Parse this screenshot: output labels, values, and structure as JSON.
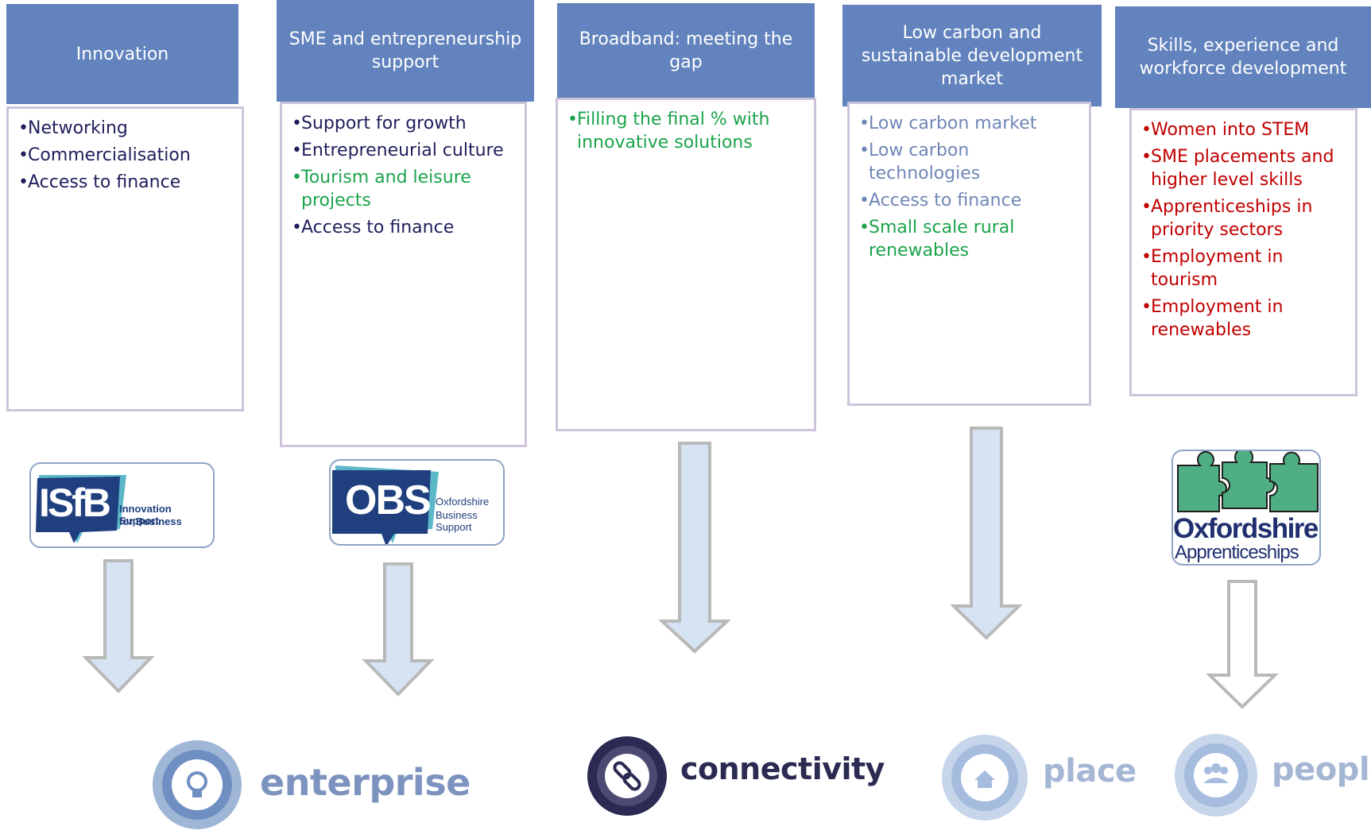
{
  "colors": {
    "header_bg": "#6283bd",
    "box_border": "#cdc4dc",
    "navy": "#1f1f5c",
    "green": "#1aa34a",
    "slate_blue": "#6f86b5",
    "red": "#c00000",
    "arrow_fill": "#d6e3f3",
    "arrow_stroke": "#b9b9b9"
  },
  "columns": [
    {
      "header": "Innovation",
      "items": [
        {
          "text": "Networking",
          "color": "navy"
        },
        {
          "text": "Commercialisation",
          "color": "navy"
        },
        {
          "text": "Access to finance",
          "color": "navy"
        }
      ]
    },
    {
      "header": "SME and entrepreneurship support",
      "items": [
        {
          "text": "Support for growth",
          "color": "navy"
        },
        {
          "text": "Entrepreneurial culture",
          "color": "navy"
        },
        {
          "text": "Tourism and leisure projects",
          "color": "green"
        },
        {
          "text": "Access to finance",
          "color": "navy"
        }
      ]
    },
    {
      "header": "Broadband: meeting the gap",
      "items": [
        {
          "text": "Filling the final % with innovative solutions",
          "color": "green"
        }
      ]
    },
    {
      "header": "Low carbon and sustainable development market",
      "items": [
        {
          "text": "Low carbon market",
          "color": "slate_blue"
        },
        {
          "text": "Low carbon technologies",
          "color": "slate_blue"
        },
        {
          "text": "Access to finance",
          "color": "slate_blue"
        },
        {
          "text": "Small scale  rural renewables",
          "color": "green"
        }
      ]
    },
    {
      "header": "Skills, experience and workforce development",
      "items": [
        {
          "text": "Women into STEM",
          "color": "red"
        },
        {
          "text": "SME placements and higher level skills",
          "color": "red"
        },
        {
          "text": "Apprenticeships in priority sectors",
          "color": "red"
        },
        {
          "text": "Employment in tourism",
          "color": "red"
        },
        {
          "text": "Employment in renewables",
          "color": "red"
        }
      ]
    }
  ],
  "logos": {
    "isfb": {
      "mark": "ISfB",
      "line1": "Innovation Support",
      "line2": "for Business"
    },
    "obs": {
      "mark": "OBS",
      "line1": "Oxfordshire",
      "line2": "Business Support"
    },
    "apprenticeships": {
      "line1": "Oxfordshire",
      "line2": "Apprenticeships"
    }
  },
  "emblems": {
    "enterprise": {
      "word": "enterprise",
      "icon": "lightbulb-icon"
    },
    "connectivity": {
      "word": "connectivity",
      "icon": "chain-link-icon"
    },
    "place": {
      "word": "place",
      "icon": "house-icon"
    },
    "people": {
      "word": "people",
      "icon": "people-group-icon"
    }
  }
}
